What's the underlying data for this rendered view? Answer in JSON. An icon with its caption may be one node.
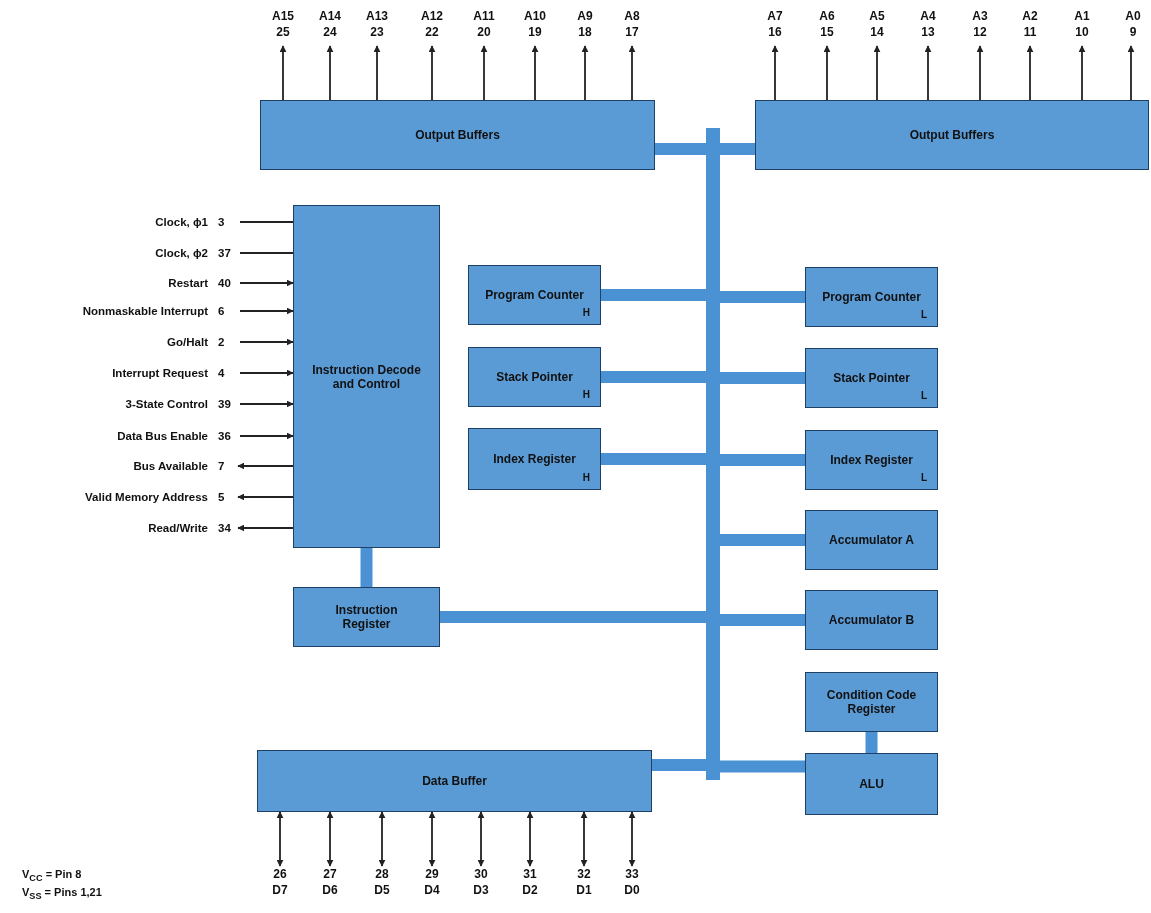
{
  "diagram": {
    "nodes": [
      {
        "text": [
          "A15",
          "25"
        ]
      },
      {
        "text": [
          "A14",
          "24"
        ]
      },
      {
        "text": [
          "A13",
          "23"
        ]
      },
      {
        "text": [
          "A12",
          "22"
        ]
      },
      {
        "text": [
          "A11",
          "20"
        ]
      },
      {
        "text": [
          "A10",
          "19"
        ]
      },
      {
        "text": [
          "A9",
          "18"
        ]
      },
      {
        "text": [
          "A8",
          "17"
        ]
      },
      {
        "text": [
          "A7",
          "16"
        ]
      },
      {
        "text": [
          "A6",
          "15"
        ]
      },
      {
        "text": [
          "A5",
          "14"
        ]
      },
      {
        "text": [
          "A4",
          "13"
        ]
      },
      {
        "text": [
          "A3",
          "12"
        ]
      },
      {
        "text": [
          "A2",
          "11"
        ]
      },
      {
        "text": [
          "A1",
          "10"
        ]
      },
      {
        "text": [
          "A0",
          "9"
        ]
      },
      {
        "text": [
          "Output Buffers"
        ]
      },
      {
        "text": [
          "Output Buffers"
        ]
      },
      {
        "text": [
          "Clock, ϕ1",
          "3"
        ]
      },
      {
        "text": [
          "Clock, ϕ2",
          "37"
        ]
      },
      {
        "text": [
          "Restart",
          "40"
        ]
      },
      {
        "text": [
          "Nonmaskable Interrupt",
          "6"
        ]
      },
      {
        "text": [
          "Go/Halt",
          "2"
        ]
      },
      {
        "text": [
          "Interrupt Request",
          "4"
        ]
      },
      {
        "text": [
          "3-State Control",
          "39"
        ]
      },
      {
        "text": [
          "Data Bus Enable",
          "36"
        ]
      },
      {
        "text": [
          "Bus Available",
          "7"
        ]
      },
      {
        "text": [
          "Valid Memory Address",
          "5"
        ]
      },
      {
        "text": [
          "Read/Write",
          "34"
        ]
      },
      {
        "text": [
          "Instruction Decode and Control"
        ]
      },
      {
        "text": [
          "Program Counter",
          "H"
        ]
      },
      {
        "text": [
          "Program Counter",
          "L"
        ]
      },
      {
        "text": [
          "Stack Pointer",
          "H"
        ]
      },
      {
        "text": [
          "Stack Pointer",
          "L"
        ]
      },
      {
        "text": [
          "Index Register",
          "H"
        ]
      },
      {
        "text": [
          "Index Register",
          "L"
        ]
      },
      {
        "text": [
          "Accumulator A"
        ]
      },
      {
        "text": [
          "Instruction Register"
        ]
      },
      {
        "text": [
          "Accumulator B"
        ]
      },
      {
        "text": [
          "Condition Code Register"
        ]
      },
      {
        "text": [
          "Data Buffer"
        ]
      },
      {
        "text": [
          "ALU"
        ]
      },
      {
        "text": [],
        "shape": "bar"
      },
      {
        "text": [
          "26",
          "D7"
        ]
      },
      {
        "text": [
          "27",
          "D6"
        ]
      },
      {
        "text": [
          "28",
          "D5"
        ]
      },
      {
        "text": [
          "29",
          "D4"
        ]
      },
      {
        "text": [
          "30",
          "D3"
        ]
      },
      {
        "text": [
          "31",
          "D2"
        ]
      },
      {
        "text": [
          "32",
          "D1"
        ]
      },
      {
        "text": [
          "33",
          "D0"
        ]
      }
    ],
    "edges": [
      {
        "from": 16,
        "to": 0,
        "arrow": "to"
      },
      {
        "from": 16,
        "to": 1,
        "arrow": "to"
      },
      {
        "from": 16,
        "to": 2,
        "arrow": "to"
      },
      {
        "from": 16,
        "to": 3,
        "arrow": "to"
      },
      {
        "from": 16,
        "to": 4,
        "arrow": "to"
      },
      {
        "from": 16,
        "to": 5,
        "arrow": "to"
      },
      {
        "from": 16,
        "to": 6,
        "arrow": "to"
      },
      {
        "from": 16,
        "to": 7,
        "arrow": "to"
      },
      {
        "from": 17,
        "to": 8,
        "arrow": "to"
      },
      {
        "from": 17,
        "to": 9,
        "arrow": "to"
      },
      {
        "from": 17,
        "to": 10,
        "arrow": "to"
      },
      {
        "from": 17,
        "to": 11,
        "arrow": "to"
      },
      {
        "from": 17,
        "to": 12,
        "arrow": "to"
      },
      {
        "from": 17,
        "to": 13,
        "arrow": "to"
      },
      {
        "from": 17,
        "to": 14,
        "arrow": "to"
      },
      {
        "from": 17,
        "to": 15,
        "arrow": "to"
      },
      {
        "from": 18,
        "to": 29,
        "arrow": "none"
      },
      {
        "from": 19,
        "to": 29,
        "arrow": "none"
      },
      {
        "from": 20,
        "to": 29,
        "arrow": "to"
      },
      {
        "from": 21,
        "to": 29,
        "arrow": "to"
      },
      {
        "from": 22,
        "to": 29,
        "arrow": "to"
      },
      {
        "from": 23,
        "to": 29,
        "arrow": "to"
      },
      {
        "from": 24,
        "to": 29,
        "arrow": "to"
      },
      {
        "from": 25,
        "to": 29,
        "arrow": "to"
      },
      {
        "from": 29,
        "to": 26,
        "arrow": "to"
      },
      {
        "from": 29,
        "to": 27,
        "arrow": "to"
      },
      {
        "from": 29,
        "to": 28,
        "arrow": "to"
      },
      {
        "from": 16,
        "to": 42,
        "arrow": "none",
        "style": "thick",
        "color": "#4a92d4"
      },
      {
        "from": 17,
        "to": 42,
        "arrow": "none",
        "style": "thick",
        "color": "#4a92d4"
      },
      {
        "from": 30,
        "to": 42,
        "arrow": "none",
        "style": "thick",
        "color": "#4a92d4"
      },
      {
        "from": 42,
        "to": 31,
        "arrow": "none",
        "style": "thick",
        "color": "#4a92d4"
      },
      {
        "from": 32,
        "to": 42,
        "arrow": "none",
        "style": "thick",
        "color": "#4a92d4"
      },
      {
        "from": 42,
        "to": 33,
        "arrow": "none",
        "style": "thick",
        "color": "#4a92d4"
      },
      {
        "from": 34,
        "to": 42,
        "arrow": "none",
        "style": "thick",
        "color": "#4a92d4"
      },
      {
        "from": 42,
        "to": 35,
        "arrow": "none",
        "style": "thick",
        "color": "#4a92d4"
      },
      {
        "from": 42,
        "to": 36,
        "arrow": "none",
        "style": "thick",
        "color": "#4a92d4"
      },
      {
        "from": 29,
        "to": 37,
        "arrow": "none",
        "style": "thick",
        "color": "#4a92d4"
      },
      {
        "from": 37,
        "to": 42,
        "arrow": "none",
        "style": "thick",
        "color": "#4a92d4"
      },
      {
        "from": 42,
        "to": 38,
        "arrow": "none",
        "style": "thick",
        "color": "#4a92d4"
      },
      {
        "from": 39,
        "to": 41,
        "arrow": "none",
        "style": "thick",
        "color": "#4a92d4"
      },
      {
        "from": 40,
        "to": 42,
        "arrow": "none",
        "style": "thick",
        "color": "#4a92d4"
      },
      {
        "from": 42,
        "to": 41,
        "arrow": "none",
        "style": "thick",
        "color": "#4a92d4"
      },
      {
        "from": 40,
        "to": 43,
        "arrow": "both"
      },
      {
        "from": 40,
        "to": 44,
        "arrow": "both"
      },
      {
        "from": 40,
        "to": 45,
        "arrow": "both"
      },
      {
        "from": 40,
        "to": 46,
        "arrow": "both"
      },
      {
        "from": 40,
        "to": 47,
        "arrow": "both"
      },
      {
        "from": 40,
        "to": 48,
        "arrow": "both"
      },
      {
        "from": 40,
        "to": 49,
        "arrow": "both"
      },
      {
        "from": 40,
        "to": 50,
        "arrow": "both"
      }
    ],
    "labels": [
      "V$_{CC}$ = Pin 8",
      "V$_{SS}$ = Pins 1,21"
    ]
  }
}
